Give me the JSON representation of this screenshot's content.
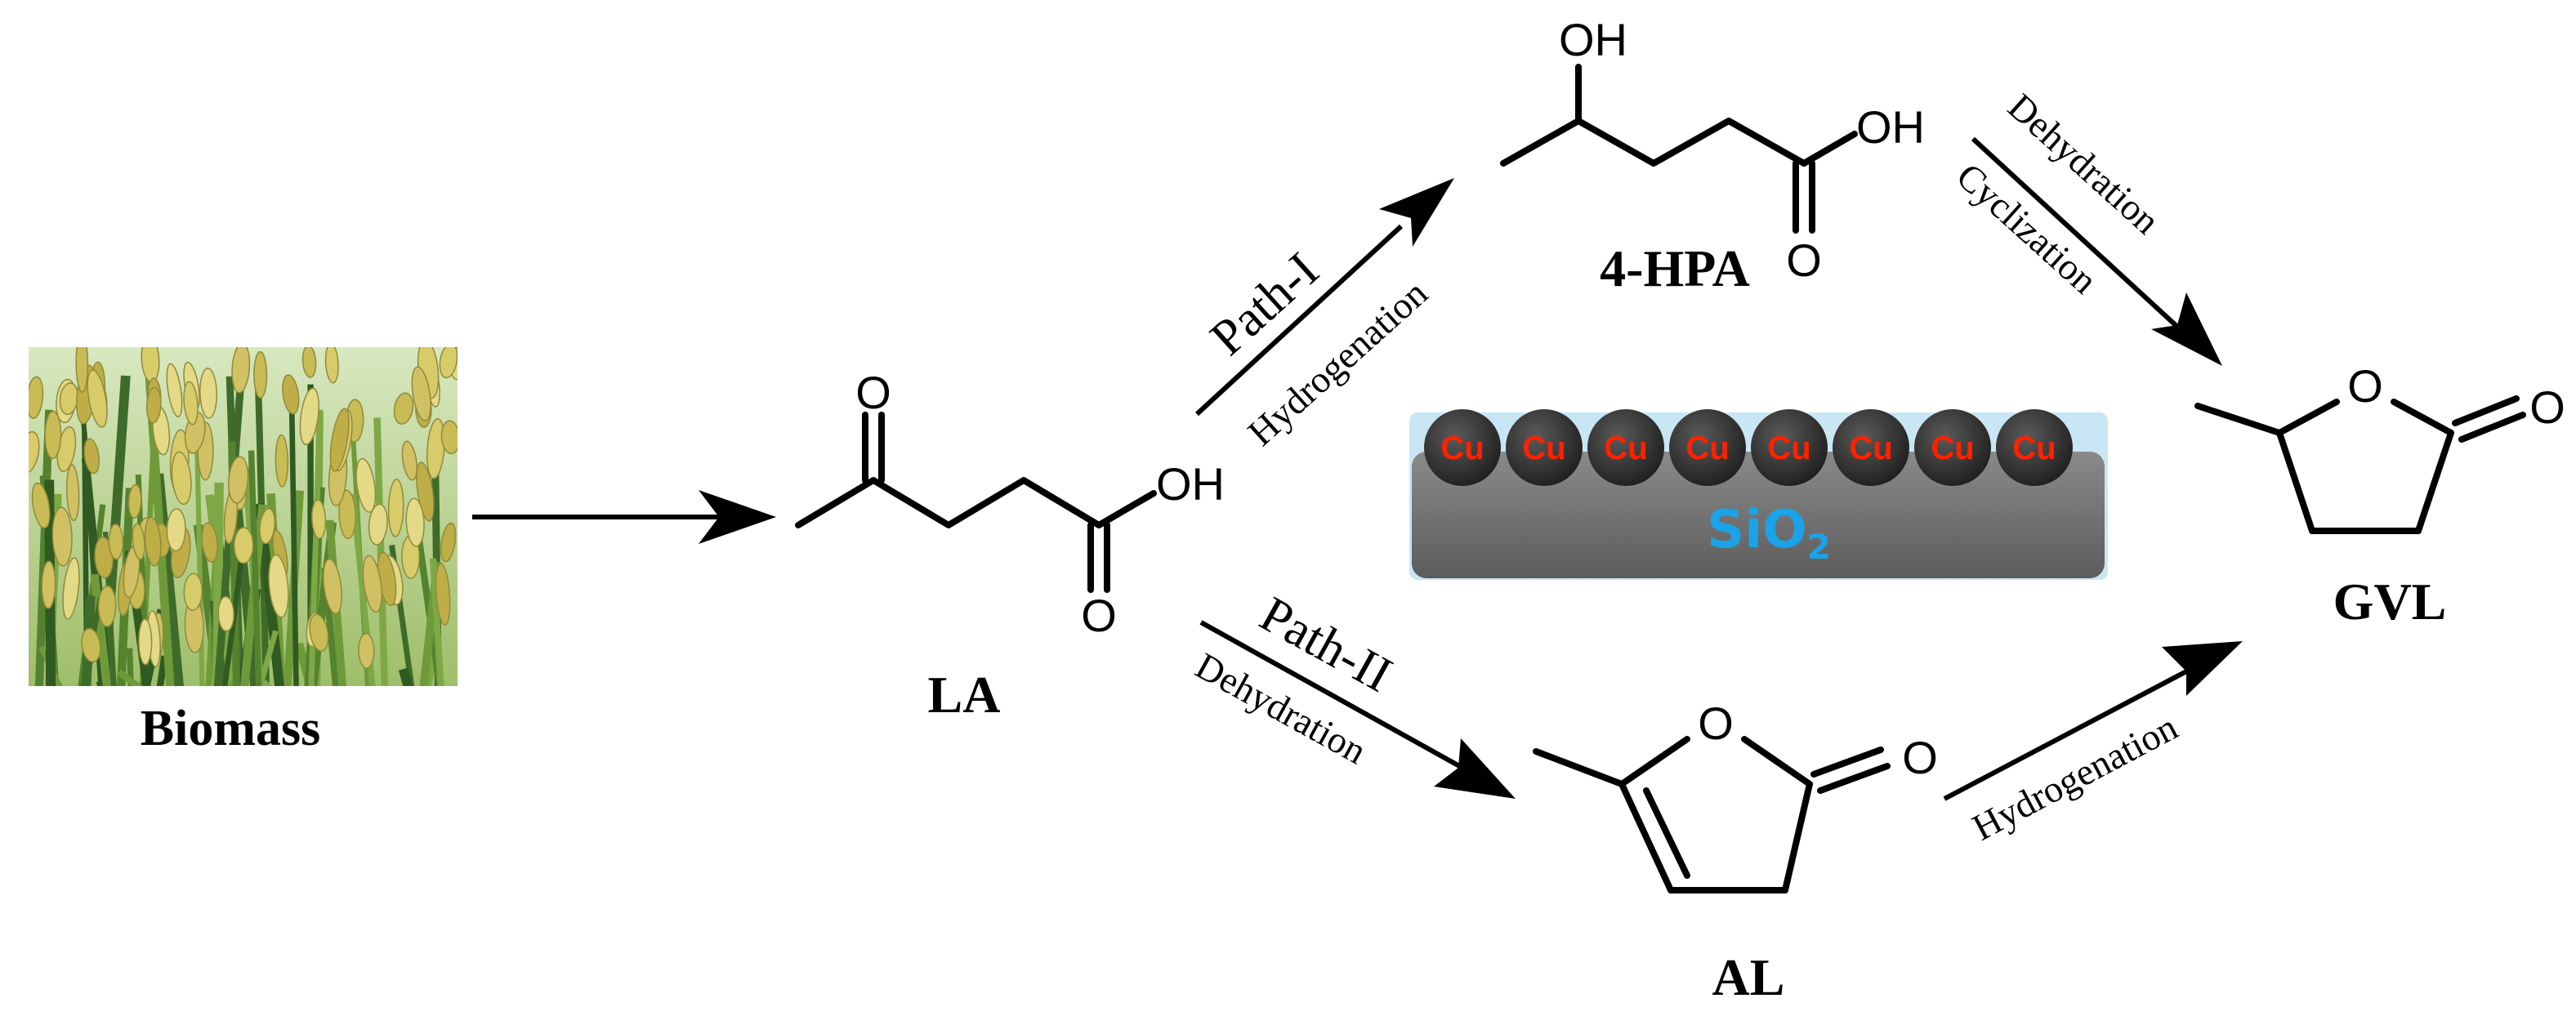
{
  "biomass": {
    "label": "Biomass"
  },
  "molecules": {
    "la": {
      "label": "LA",
      "atoms": {
        "ketone_o": "O",
        "acid_o": "O",
        "acid_oh": "OH"
      }
    },
    "hpa": {
      "label": "4-HPA",
      "atoms": {
        "hydroxyl": "OH",
        "acid_oh": "OH",
        "acid_o": "O"
      }
    },
    "gvl": {
      "label": "GVL",
      "atoms": {
        "ring_o": "O",
        "carbonyl_o": "O"
      }
    },
    "al": {
      "label": "AL",
      "atoms": {
        "ring_o": "O",
        "carbonyl_o": "O"
      }
    }
  },
  "paths": {
    "path1": {
      "name": "Path-I",
      "step": "Hydrogenation"
    },
    "path2": {
      "name": "Path-II",
      "step": "Dehydration"
    },
    "hpa_to_gvl": {
      "step1": "Dehydration",
      "step2": "Cyclization"
    },
    "al_to_gvl": {
      "step": "Hydrogenation"
    }
  },
  "catalyst": {
    "metal": "Cu",
    "support_main": "SiO",
    "support_sub": "2",
    "colors": {
      "metal_text": "#ff2200",
      "support_text": "#1aa3e8",
      "particle": "#2e2e2e",
      "support": "#707070",
      "base": "#c9e6f4"
    }
  }
}
